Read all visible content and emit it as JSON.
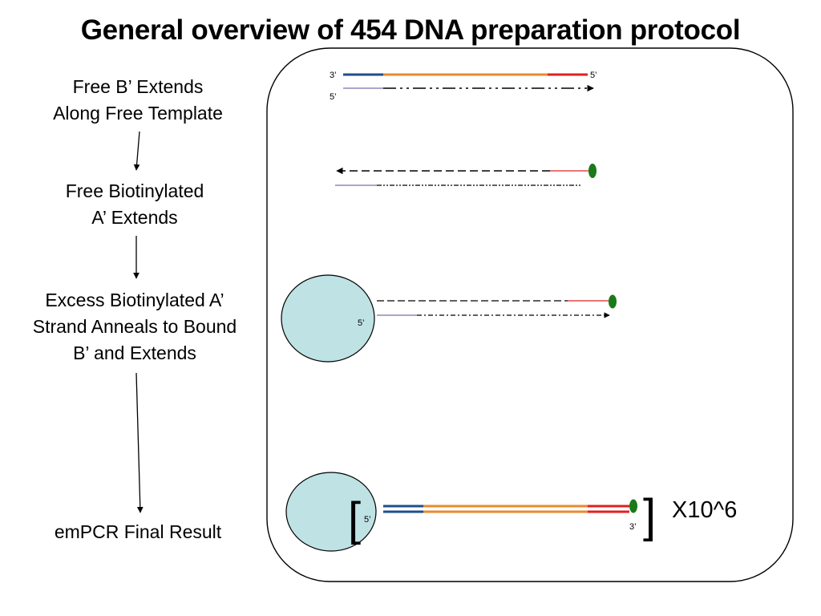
{
  "title": "General overview of 454 DNA preparation protocol",
  "steps": [
    {
      "line1": "Free B’ Extends",
      "line2": "Along Free Template",
      "line3": ""
    },
    {
      "line1": "Free Biotinylated",
      "line2": "A’ Extends",
      "line3": ""
    },
    {
      "line1": "Excess Biotinylated A’",
      "line2": "Strand Anneals to Bound",
      "line3": "B’ and Extends"
    },
    {
      "line1": "emPCR Final Result",
      "line2": "",
      "line3": ""
    }
  ],
  "labels": {
    "three_prime": "3’",
    "five_prime": "5’",
    "multiplier": "X10^6"
  },
  "colors": {
    "blue_strand": "#1f4e8c",
    "orange_strand": "#e98a2c",
    "red_strand": "#e02020",
    "biotin": "#1a7a1a",
    "bead": "#bfe2e4"
  }
}
